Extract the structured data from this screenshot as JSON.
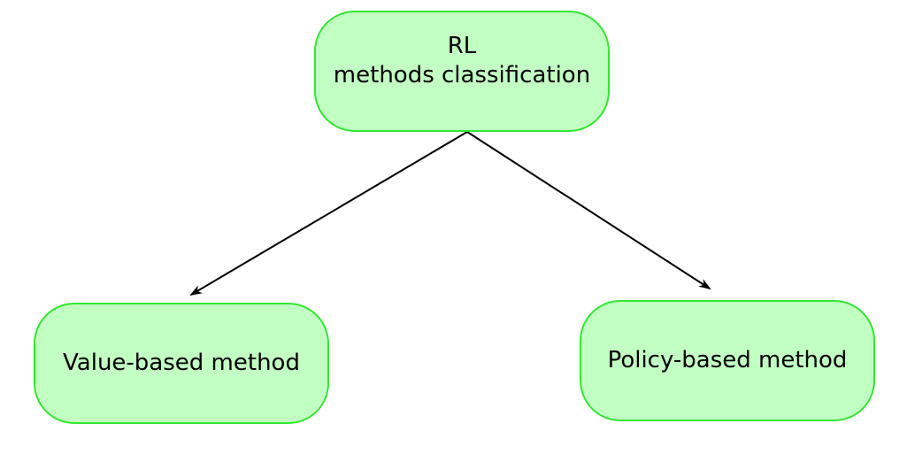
{
  "diagram": {
    "root": {
      "line1": "RL",
      "line2": "methods classification"
    },
    "left_node": {
      "label": "Value-based method"
    },
    "right_node": {
      "label": "Policy-based method"
    },
    "colors": {
      "node_fill": "#c2ffc2",
      "node_border": "#33e633",
      "edge": "#000000",
      "text": "#000000"
    }
  }
}
